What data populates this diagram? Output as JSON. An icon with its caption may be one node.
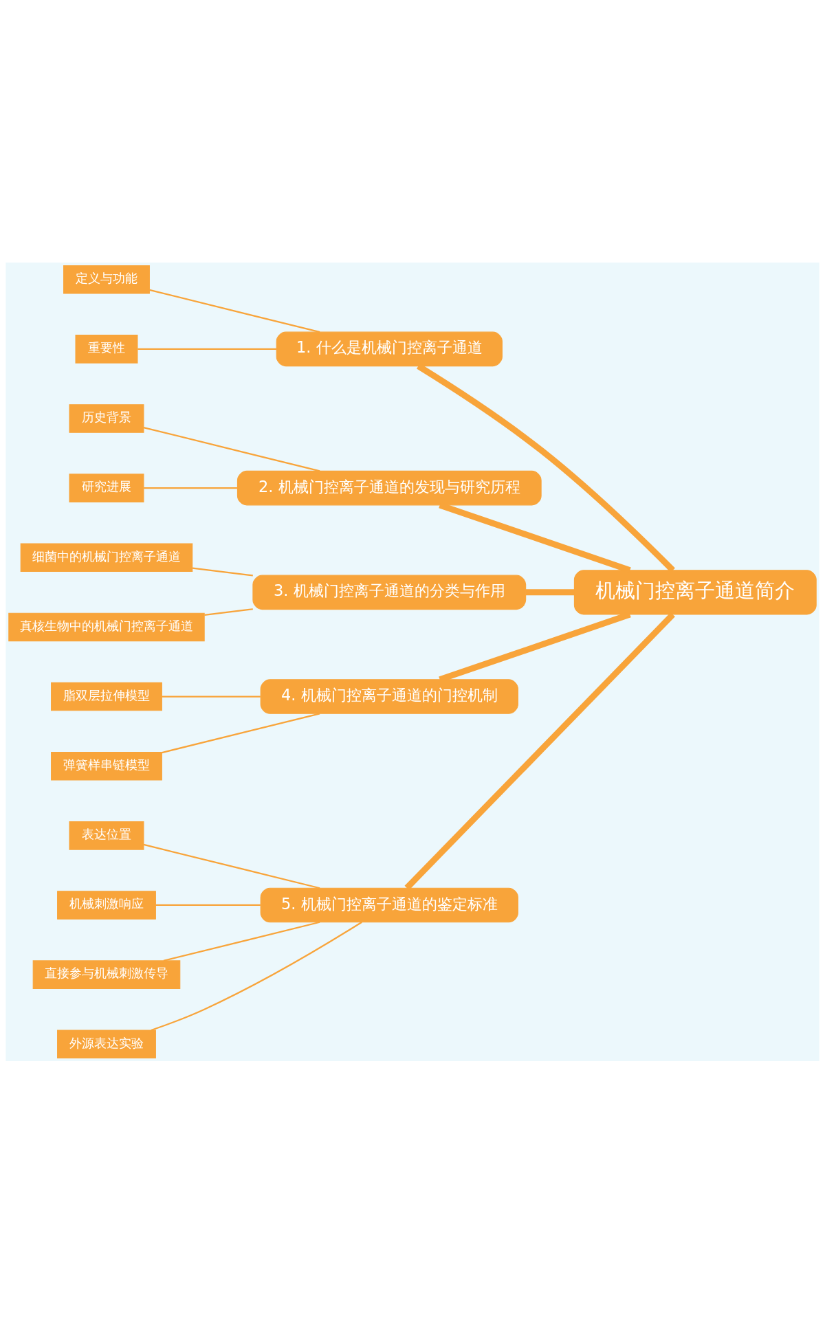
{
  "diagram": {
    "nodes": [
      {
        "text": [
          "机械门控离子通道简介"
        ]
      },
      {
        "text": [
          "1. 什么是机械门控离子通道"
        ]
      },
      {
        "text": [
          "定义与功能"
        ]
      },
      {
        "text": [
          "重要性"
        ]
      },
      {
        "text": [
          "2. 机械门控离子通道的发现与研究历程"
        ]
      },
      {
        "text": [
          "历史背景"
        ]
      },
      {
        "text": [
          "研究进展"
        ]
      },
      {
        "text": [
          "3. 机械门控离子通道的分类与作用"
        ]
      },
      {
        "text": [
          "细菌中的机械门控离子通道"
        ]
      },
      {
        "text": [
          "真核生物中的机械门控离子通道"
        ]
      },
      {
        "text": [
          "4. 机械门控离子通道的门控机制"
        ]
      },
      {
        "text": [
          "脂双层拉伸模型"
        ]
      },
      {
        "text": [
          "弹簧样串链模型"
        ]
      },
      {
        "text": [
          "5. 机械门控离子通道的鉴定标准"
        ]
      },
      {
        "text": [
          "表达位置"
        ]
      },
      {
        "text": [
          "机械刺激响应"
        ]
      },
      {
        "text": [
          "直接参与机械刺激传导"
        ]
      },
      {
        "text": [
          "外源表达实验"
        ]
      }
    ],
    "edges": [
      {
        "from": 0,
        "to": 1,
        "arrow": "none",
        "style": "thick"
      },
      {
        "from": 1,
        "to": 2,
        "arrow": "none"
      },
      {
        "from": 1,
        "to": 3,
        "arrow": "none"
      },
      {
        "from": 0,
        "to": 4,
        "arrow": "none",
        "style": "thick"
      },
      {
        "from": 4,
        "to": 5,
        "arrow": "none"
      },
      {
        "from": 4,
        "to": 6,
        "arrow": "none"
      },
      {
        "from": 0,
        "to": 7,
        "arrow": "none",
        "style": "thick"
      },
      {
        "from": 7,
        "to": 8,
        "arrow": "none"
      },
      {
        "from": 7,
        "to": 9,
        "arrow": "none"
      },
      {
        "from": 0,
        "to": 10,
        "arrow": "none",
        "style": "thick"
      },
      {
        "from": 10,
        "to": 11,
        "arrow": "none"
      },
      {
        "from": 10,
        "to": 12,
        "arrow": "none"
      },
      {
        "from": 0,
        "to": 13,
        "arrow": "none",
        "style": "thick"
      },
      {
        "from": 13,
        "to": 14,
        "arrow": "none"
      },
      {
        "from": 13,
        "to": 15,
        "arrow": "none"
      },
      {
        "from": 13,
        "to": 16,
        "arrow": "none"
      },
      {
        "from": 13,
        "to": 17,
        "arrow": "none"
      }
    ]
  }
}
